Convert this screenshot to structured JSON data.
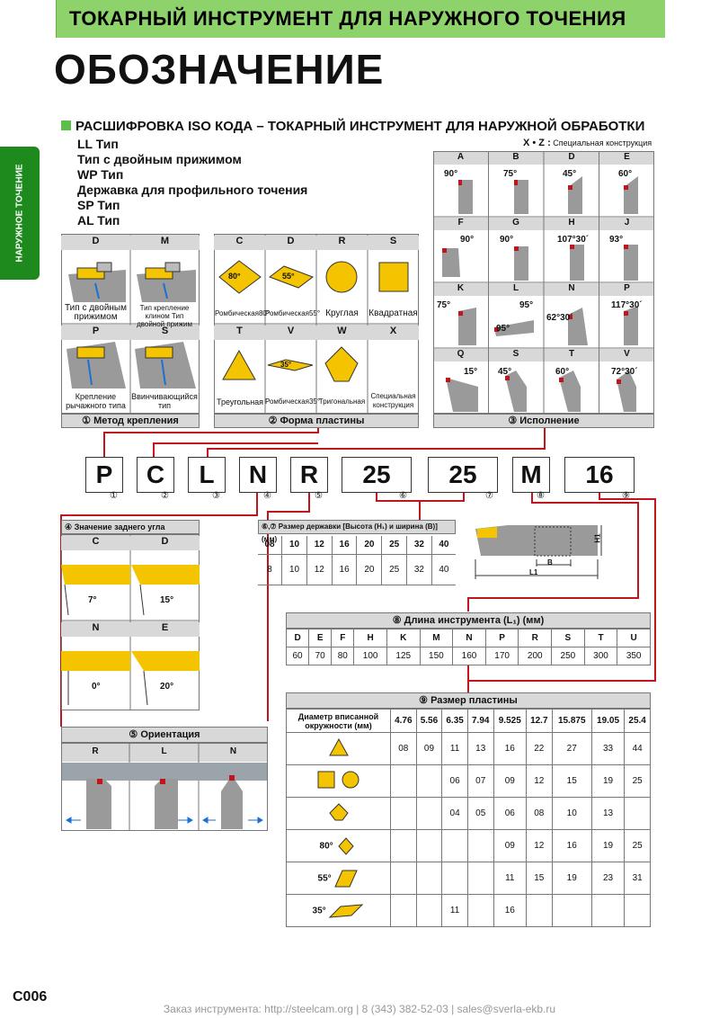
{
  "header": {
    "title": "ТОКАРНЫЙ ИНСТРУМЕНТ ДЛЯ НАРУЖНОГО ТОЧЕНИЯ"
  },
  "page_title": "ОБОЗНАЧЕНИЕ",
  "side_tab": "НАРУЖНОЕ ТОЧЕНИЕ",
  "section_title": "РАСШИФРОВКА ISO КОДА – ТОКАРНЫЙ ИНСТРУМЕНТ ДЛЯ НАРУЖНОЙ ОБРАБОТКИ",
  "types": [
    "LL Тип",
    "Тип с двойным прижимом",
    "WP Тип",
    "Державка для профильного точения",
    "SP Тип",
    "AL Тип"
  ],
  "xz_note": {
    "code": "X • Z :",
    "text": "Специальная конструкция"
  },
  "clamp": {
    "caption": "① Метод крепления",
    "cells": [
      {
        "code": "D",
        "label": "Тип с двойным прижимом"
      },
      {
        "code": "M",
        "label": "Тип крепление клином Тип двойной прижим"
      },
      {
        "code": "P",
        "label": "Крепление рычажного типа"
      },
      {
        "code": "S",
        "label": "Ввинчивающийся тип"
      }
    ]
  },
  "shape": {
    "caption": "② Форма пластины",
    "cells": [
      {
        "code": "C",
        "label": "Ромбическая80°",
        "angle": "80°"
      },
      {
        "code": "D",
        "label": "Ромбическая55°",
        "angle": "55°"
      },
      {
        "code": "R",
        "label": "Круглая"
      },
      {
        "code": "S",
        "label": "Квадратная"
      },
      {
        "code": "T",
        "label": "Треугольная"
      },
      {
        "code": "V",
        "label": "Ромбическая35°",
        "angle": "35°"
      },
      {
        "code": "W",
        "label": "Тригональная"
      },
      {
        "code": "X",
        "label": "Специальная конструкция"
      }
    ]
  },
  "style": {
    "caption": "③ Исполнение",
    "cells": [
      {
        "code": "A",
        "angle": "90°"
      },
      {
        "code": "B",
        "angle": "75°"
      },
      {
        "code": "D",
        "angle": "45°"
      },
      {
        "code": "E",
        "angle": "60°"
      },
      {
        "code": "F",
        "angle": "90°"
      },
      {
        "code": "G",
        "angle": "90°"
      },
      {
        "code": "H",
        "angle": "107°30´"
      },
      {
        "code": "J",
        "angle": "93°"
      },
      {
        "code": "K",
        "angle": "75°"
      },
      {
        "code": "L",
        "angle": "95°",
        "angle2": "95°"
      },
      {
        "code": "N",
        "angle": "62°30´"
      },
      {
        "code": "P",
        "angle": "117°30´"
      },
      {
        "code": "Q",
        "angle": "15°"
      },
      {
        "code": "S",
        "angle": "45°"
      },
      {
        "code": "T",
        "angle": "60°"
      },
      {
        "code": "V",
        "angle": "72°30´"
      }
    ]
  },
  "code": [
    {
      "v": "P",
      "n": "①"
    },
    {
      "v": "C",
      "n": "②"
    },
    {
      "v": "L",
      "n": "③"
    },
    {
      "v": "N",
      "n": "④"
    },
    {
      "v": "R",
      "n": "⑤"
    },
    {
      "v": "25",
      "n": "⑥"
    },
    {
      "v": "25",
      "n": "⑦"
    },
    {
      "v": "M",
      "n": "⑧"
    },
    {
      "v": "16",
      "n": "⑨"
    }
  ],
  "clearance": {
    "caption": "④ Значение заднего угла пластины",
    "cells": [
      {
        "code": "C",
        "angle": "7°"
      },
      {
        "code": "D",
        "angle": "15°"
      },
      {
        "code": "N",
        "angle": "0°"
      },
      {
        "code": "E",
        "angle": "20°"
      }
    ]
  },
  "shank": {
    "caption": "⑥,⑦ Размер державки [Высота (H₁) и ширина (B)] (мм)",
    "codes": [
      "08",
      "10",
      "12",
      "16",
      "20",
      "25",
      "32",
      "40"
    ],
    "values": [
      "8",
      "10",
      "12",
      "16",
      "20",
      "25",
      "32",
      "40"
    ],
    "h_label": "H1",
    "b_label": "B",
    "l_label": "L1"
  },
  "length": {
    "caption": "⑧ Длина инструмента (L₁) (мм)",
    "codes": [
      "D",
      "E",
      "F",
      "H",
      "K",
      "M",
      "N",
      "P",
      "R",
      "S",
      "T",
      "U"
    ],
    "values": [
      "60",
      "70",
      "80",
      "100",
      "125",
      "150",
      "160",
      "170",
      "200",
      "250",
      "300",
      "350"
    ]
  },
  "orient": {
    "caption": "⑤ Ориентация",
    "cells": [
      "R",
      "L",
      "N"
    ]
  },
  "insert_size": {
    "caption": "⑨ Размер пластины",
    "header": "Диаметр вписанной окружности (мм)",
    "cols": [
      "4.76",
      "5.56",
      "6.35",
      "7.94",
      "9.525",
      "12.7",
      "15.875",
      "19.05",
      "25.4"
    ],
    "rows": [
      {
        "shape": "T",
        "prefix": "",
        "vals": [
          "08",
          "09",
          "11",
          "13",
          "16",
          "22",
          "27",
          "33",
          "44"
        ]
      },
      {
        "shape": "S R",
        "prefix": "",
        "vals": [
          "",
          "",
          "06",
          "07",
          "09",
          "12",
          "15",
          "19",
          "25"
        ]
      },
      {
        "shape": "W",
        "prefix": "",
        "vals": [
          "",
          "",
          "04",
          "05",
          "06",
          "08",
          "10",
          "13",
          ""
        ]
      },
      {
        "shape": "C",
        "prefix": "80°",
        "vals": [
          "",
          "",
          "",
          "",
          "09",
          "12",
          "16",
          "19",
          "25"
        ]
      },
      {
        "shape": "D",
        "prefix": "55°",
        "vals": [
          "",
          "",
          "",
          "",
          "11",
          "15",
          "19",
          "23",
          "31"
        ]
      },
      {
        "shape": "V",
        "prefix": "35°",
        "vals": [
          "",
          "",
          "11",
          "",
          "16",
          "",
          "",
          "",
          ""
        ]
      }
    ]
  },
  "page_number": "C006",
  "footer": "Заказ инструмента: http://steelcam.org  |  8 (343) 382-52-03  |  sales@sverla-ekb.ru",
  "colors": {
    "green": "#8ed26c",
    "red": "#c0151c",
    "insert": "#f5c400",
    "holder": "#9a9a9a"
  }
}
